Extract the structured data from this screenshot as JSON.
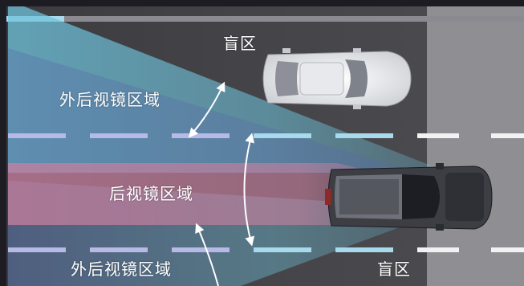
{
  "labels": {
    "blind_spot_top": "盲区",
    "outer_mirror_top": "外后视镜区域",
    "rear_mirror": "后视镜区域",
    "outer_mirror_bottom": "外后视镜区域",
    "blind_spot_bottom": "盲区"
  },
  "colors": {
    "road": "#4a4a4d",
    "road_right": "#8f8f93",
    "outer_zone": "#6fc3dc",
    "rear_zone": "#c97f9e",
    "arrow": "#ffffff"
  }
}
